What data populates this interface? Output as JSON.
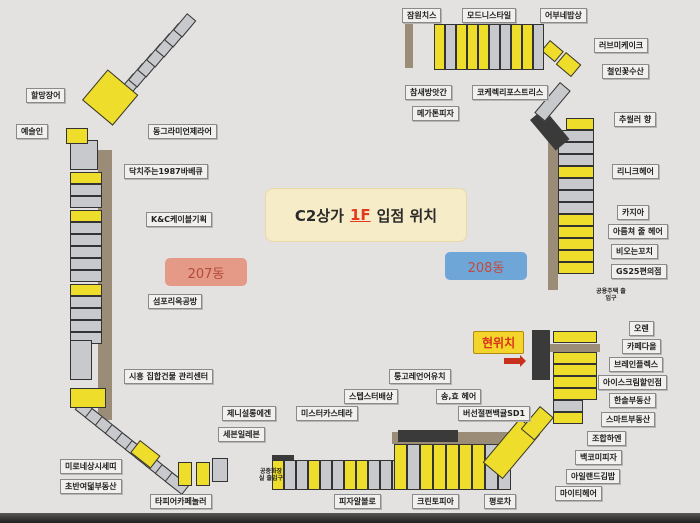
{
  "title": {
    "prefix": "C2상가",
    "floor": "1F",
    "suffix": "입점 위치"
  },
  "buildings": {
    "left": "207동",
    "right": "208동"
  },
  "current_location": "현위치",
  "notes": {
    "restroom_left": "공중화장실 출입구",
    "restroom_right": "공용주택 출입구"
  },
  "colors": {
    "occupied": "#eedd2a",
    "vacant": "#c8c9cc",
    "current_location": "#f3d52c",
    "building_207": "#e59a88",
    "building_208": "#6fa6d8"
  },
  "stores": {
    "left": [
      "할망장어",
      "예슬인",
      "동그라미언제라어",
      "닥치주는1987바베큐",
      "K&C케이블기획",
      "섬포리옥공방",
      "시흥 집합건물 관리센터",
      "미로네상시세띠",
      "초반여덟부동산",
      "타피어카페놀러"
    ],
    "bottom": [
      "제니설롱에겐",
      "미스터카스테라",
      "세븐일레븐",
      "스텝스터배상",
      "퉁고레언어유치",
      "송,효 헤어",
      "버선절편백귤SD1",
      "피자알볼로",
      "크린토피아",
      "평로차"
    ],
    "right": [
      "오렌",
      "카페다올",
      "브레인플렉스",
      "아이스크림할인점",
      "한솔부동산",
      "스마트부동산",
      "조합하엔",
      "백코미피자",
      "아일랜드김밥",
      "마이티헤어"
    ],
    "top": [
      "잠원치스",
      "모드니스타일",
      "어부네밥상",
      "러브미케이크",
      "철인꽃수산",
      "참새방앗간",
      "코케렉리포스트리스",
      "메가톤피자",
      "추씰러 향",
      "리니크헤어",
      "카지아",
      "아름쳐 줄 헤어",
      "비오는꼬치",
      "GS25편의점"
    ]
  }
}
